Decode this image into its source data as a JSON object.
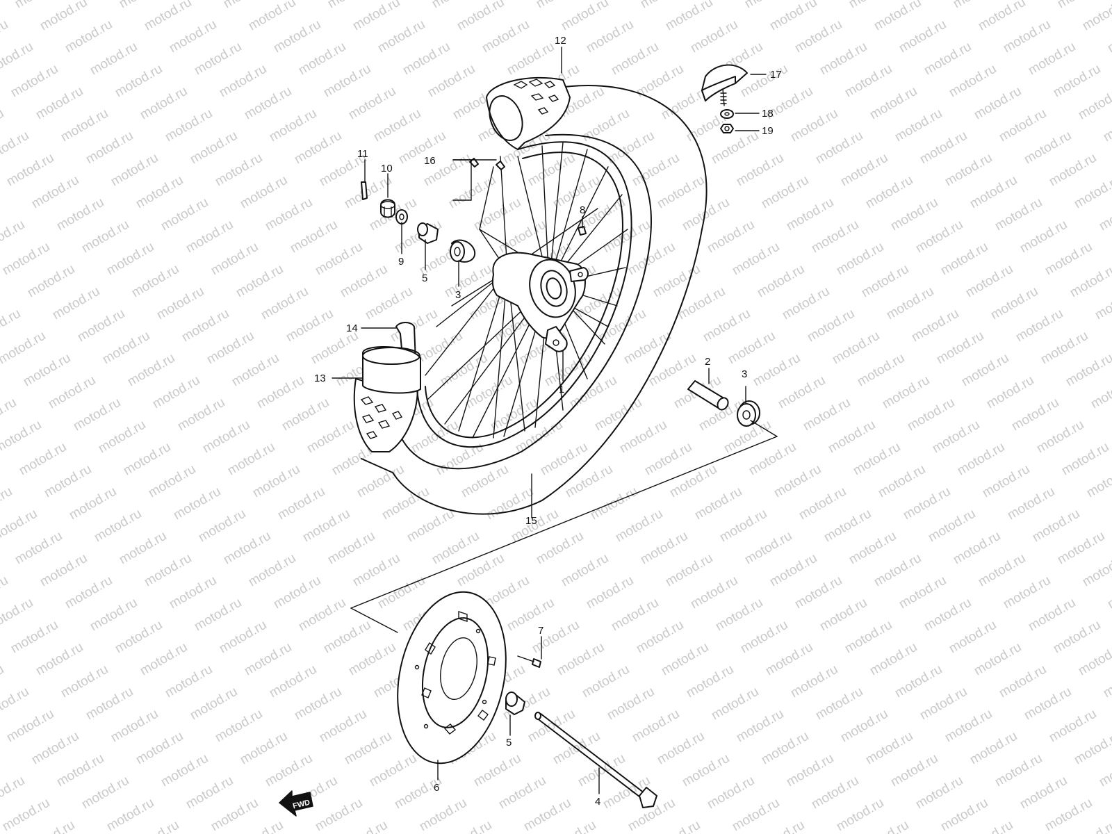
{
  "watermark": "motod.ru",
  "fwd_label": "FWD",
  "labels": {
    "p1": "1",
    "p2": "2",
    "p3a": "3",
    "p3b": "3",
    "p4": "4",
    "p5a": "5",
    "p5b": "5",
    "p6": "6",
    "p7": "7",
    "p8": "8",
    "p9": "9",
    "p10": "10",
    "p11": "11",
    "p12": "12",
    "p13": "13",
    "p14": "14",
    "p15": "15",
    "p16": "16",
    "p17": "17",
    "p18": "18",
    "p19": "19"
  },
  "colors": {
    "line": "#111111",
    "watermark": "#c9c9c9",
    "background": "#ffffff"
  }
}
